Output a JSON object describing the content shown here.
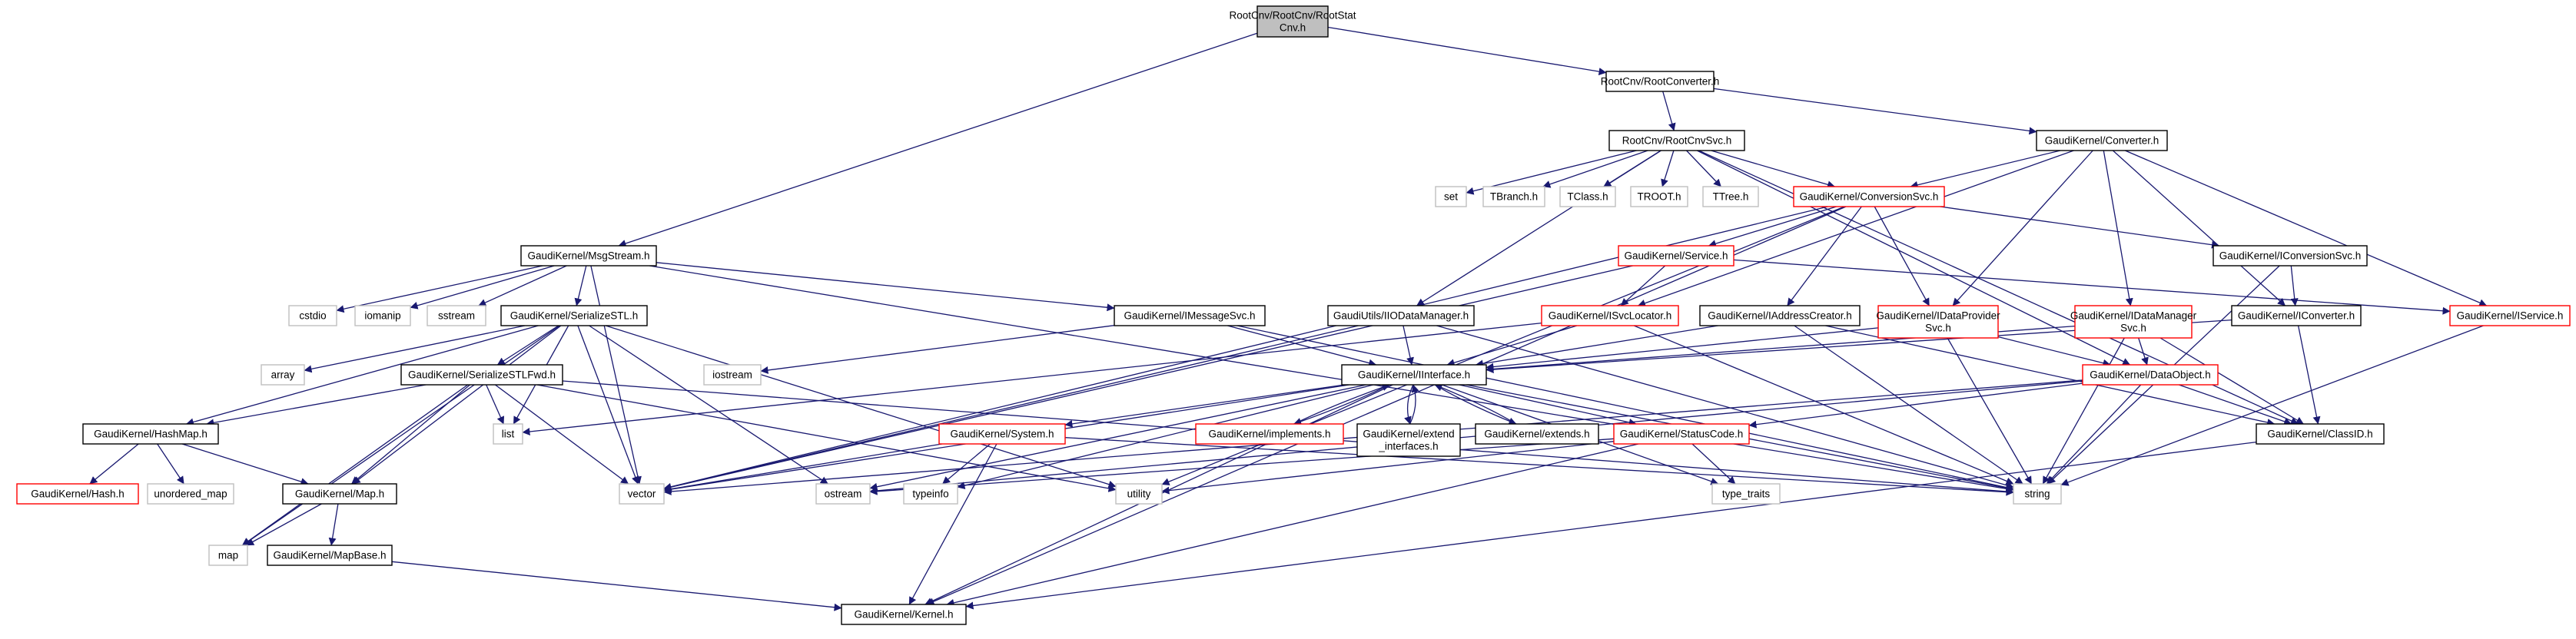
{
  "colors": {
    "edge": "#191970",
    "box_border_plain": "#000000",
    "box_border_external": "#bfbfbf",
    "box_border_incomplete": "#ff0000",
    "root_fill": "#bfbfbf",
    "text": "#000000",
    "incomplete_text": "#ff0000",
    "external_text": "#666666"
  },
  "nodes": {
    "root": {
      "lines": [
        "RootCnv/RootCnv/RootStat",
        "Cnv.h"
      ],
      "style": "root"
    },
    "rootconverter": {
      "lines": [
        "RootCnv/RootConverter.h"
      ],
      "style": "plain"
    },
    "msgstream": {
      "lines": [
        "GaudiKernel/MsgStream.h"
      ],
      "style": "plain"
    },
    "rootcnvsvc": {
      "lines": [
        "RootCnv/RootCnvSvc.h"
      ],
      "style": "plain"
    },
    "converter": {
      "lines": [
        "GaudiKernel/Converter.h"
      ],
      "style": "plain"
    },
    "set": {
      "lines": [
        "set"
      ],
      "style": "external"
    },
    "tbranch": {
      "lines": [
        "TBranch.h"
      ],
      "style": "external"
    },
    "tclass": {
      "lines": [
        "TClass.h"
      ],
      "style": "external"
    },
    "troot": {
      "lines": [
        "TROOT.h"
      ],
      "style": "external"
    },
    "ttree": {
      "lines": [
        "TTree.h"
      ],
      "style": "external"
    },
    "conversionsvc": {
      "lines": [
        "GaudiKernel/ConversionSvc.h"
      ],
      "style": "incomplete"
    },
    "cstdio": {
      "lines": [
        "cstdio"
      ],
      "style": "external"
    },
    "iomanip": {
      "lines": [
        "iomanip"
      ],
      "style": "external"
    },
    "sstream": {
      "lines": [
        "sstream"
      ],
      "style": "external"
    },
    "serializestl": {
      "lines": [
        "GaudiKernel/SerializeSTL.h"
      ],
      "style": "plain"
    },
    "imessagesvc": {
      "lines": [
        "GaudiKernel/IMessageSvc.h"
      ],
      "style": "plain"
    },
    "iiodatamanager": {
      "lines": [
        "GaudiUtils/IIODataManager.h"
      ],
      "style": "plain"
    },
    "service": {
      "lines": [
        "GaudiKernel/Service.h"
      ],
      "style": "incomplete"
    },
    "isvclocator": {
      "lines": [
        "GaudiKernel/ISvcLocator.h"
      ],
      "style": "incomplete"
    },
    "iaddresscreator": {
      "lines": [
        "GaudiKernel/IAddressCreator.h"
      ],
      "style": "plain"
    },
    "idataprovidersvc": {
      "lines": [
        "GaudiKernel/IDataProvider",
        "Svc.h"
      ],
      "style": "incomplete"
    },
    "idatamanagersvc": {
      "lines": [
        "GaudiKernel/IDataManager",
        "Svc.h"
      ],
      "style": "incomplete"
    },
    "iconversionsvc": {
      "lines": [
        "GaudiKernel/IConversionSvc.h"
      ],
      "style": "plain"
    },
    "iconverter": {
      "lines": [
        "GaudiKernel/IConverter.h"
      ],
      "style": "plain"
    },
    "iservice": {
      "lines": [
        "GaudiKernel/IService.h"
      ],
      "style": "incomplete"
    },
    "array": {
      "lines": [
        "array"
      ],
      "style": "external"
    },
    "serializestlfwd": {
      "lines": [
        "GaudiKernel/SerializeSTLFwd.h"
      ],
      "style": "plain"
    },
    "iostream": {
      "lines": [
        "iostream"
      ],
      "style": "external"
    },
    "iinterface": {
      "lines": [
        "GaudiKernel/IInterface.h"
      ],
      "style": "plain"
    },
    "dataobject": {
      "lines": [
        "GaudiKernel/DataObject.h"
      ],
      "style": "incomplete"
    },
    "hashmap": {
      "lines": [
        "GaudiKernel/HashMap.h"
      ],
      "style": "plain"
    },
    "list": {
      "lines": [
        "list"
      ],
      "style": "external"
    },
    "system": {
      "lines": [
        "GaudiKernel/System.h"
      ],
      "style": "incomplete"
    },
    "implements": {
      "lines": [
        "GaudiKernel/implements.h"
      ],
      "style": "incomplete"
    },
    "extend_interfaces": {
      "lines": [
        "GaudiKernel/extend",
        "_interfaces.h"
      ],
      "style": "plain"
    },
    "extends": {
      "lines": [
        "GaudiKernel/extends.h"
      ],
      "style": "plain"
    },
    "statuscode": {
      "lines": [
        "GaudiKernel/StatusCode.h"
      ],
      "style": "incomplete"
    },
    "classid": {
      "lines": [
        "GaudiKernel/ClassID.h"
      ],
      "style": "plain"
    },
    "hash": {
      "lines": [
        "GaudiKernel/Hash.h"
      ],
      "style": "incomplete"
    },
    "unordered_map": {
      "lines": [
        "unordered_map"
      ],
      "style": "external"
    },
    "mapfile": {
      "lines": [
        "GaudiKernel/Map.h"
      ],
      "style": "plain"
    },
    "vector": {
      "lines": [
        "vector"
      ],
      "style": "external"
    },
    "ostream": {
      "lines": [
        "ostream"
      ],
      "style": "external"
    },
    "typeinfo": {
      "lines": [
        "typeinfo"
      ],
      "style": "external"
    },
    "utility": {
      "lines": [
        "utility"
      ],
      "style": "external"
    },
    "type_traits": {
      "lines": [
        "type_traits"
      ],
      "style": "external"
    },
    "string": {
      "lines": [
        "string"
      ],
      "style": "external"
    },
    "map": {
      "lines": [
        "map"
      ],
      "style": "external"
    },
    "mapbase": {
      "lines": [
        "GaudiKernel/MapBase.h"
      ],
      "style": "plain"
    },
    "kernel": {
      "lines": [
        "GaudiKernel/Kernel.h"
      ],
      "style": "plain"
    }
  },
  "edges": [
    [
      "root",
      "rootconverter"
    ],
    [
      "root",
      "msgstream"
    ],
    [
      "rootconverter",
      "rootcnvsvc"
    ],
    [
      "rootconverter",
      "converter"
    ],
    [
      "rootcnvsvc",
      "set"
    ],
    [
      "rootcnvsvc",
      "tbranch"
    ],
    [
      "rootcnvsvc",
      "tclass"
    ],
    [
      "rootcnvsvc",
      "troot"
    ],
    [
      "rootcnvsvc",
      "ttree"
    ],
    [
      "rootcnvsvc",
      "conversionsvc"
    ],
    [
      "rootcnvsvc",
      "iiodatamanager"
    ],
    [
      "rootcnvsvc",
      "dataobject"
    ],
    [
      "rootcnvsvc",
      "classid"
    ],
    [
      "converter",
      "conversionsvc"
    ],
    [
      "converter",
      "isvclocator"
    ],
    [
      "converter",
      "idataprovidersvc"
    ],
    [
      "converter",
      "idatamanagersvc"
    ],
    [
      "converter",
      "iconverter"
    ],
    [
      "converter",
      "iservice"
    ],
    [
      "conversionsvc",
      "service"
    ],
    [
      "conversionsvc",
      "iaddresscreator"
    ],
    [
      "conversionsvc",
      "idataprovidersvc"
    ],
    [
      "conversionsvc",
      "iconversionsvc"
    ],
    [
      "conversionsvc",
      "kernel"
    ],
    [
      "conversionsvc",
      "vector"
    ],
    [
      "conversionsvc",
      "utility"
    ],
    [
      "msgstream",
      "cstdio"
    ],
    [
      "msgstream",
      "iomanip"
    ],
    [
      "msgstream",
      "sstream"
    ],
    [
      "msgstream",
      "serializestl"
    ],
    [
      "msgstream",
      "imessagesvc"
    ],
    [
      "msgstream",
      "string"
    ],
    [
      "msgstream",
      "vector"
    ],
    [
      "serializestl",
      "array"
    ],
    [
      "serializestl",
      "serializestlfwd"
    ],
    [
      "serializestl",
      "hashmap"
    ],
    [
      "serializestl",
      "list"
    ],
    [
      "serializestl",
      "mapfile"
    ],
    [
      "serializestl",
      "map"
    ],
    [
      "serializestl",
      "ostream"
    ],
    [
      "serializestl",
      "vector"
    ],
    [
      "serializestl",
      "utility"
    ],
    [
      "serializestlfwd",
      "hashmap"
    ],
    [
      "serializestlfwd",
      "list"
    ],
    [
      "serializestlfwd",
      "mapfile"
    ],
    [
      "serializestlfwd",
      "map"
    ],
    [
      "serializestlfwd",
      "vector"
    ],
    [
      "serializestlfwd",
      "utility"
    ],
    [
      "serializestlfwd",
      "string"
    ],
    [
      "imessagesvc",
      "iostream"
    ],
    [
      "imessagesvc",
      "iinterface"
    ],
    [
      "imessagesvc",
      "string"
    ],
    [
      "iiodatamanager",
      "iinterface"
    ],
    [
      "iiodatamanager",
      "vector"
    ],
    [
      "iiodatamanager",
      "string"
    ],
    [
      "service",
      "isvclocator"
    ],
    [
      "service",
      "iservice"
    ],
    [
      "service",
      "vector"
    ],
    [
      "isvclocator",
      "iinterface"
    ],
    [
      "isvclocator",
      "string"
    ],
    [
      "isvclocator",
      "list"
    ],
    [
      "iaddresscreator",
      "iinterface"
    ],
    [
      "iaddresscreator",
      "classid"
    ],
    [
      "iaddresscreator",
      "string"
    ],
    [
      "idataprovidersvc",
      "iinterface"
    ],
    [
      "idataprovidersvc",
      "dataobject"
    ],
    [
      "idataprovidersvc",
      "string"
    ],
    [
      "idatamanagersvc",
      "iinterface"
    ],
    [
      "idatamanagersvc",
      "dataobject"
    ],
    [
      "idatamanagersvc",
      "classid"
    ],
    [
      "idatamanagersvc",
      "string"
    ],
    [
      "iconversionsvc",
      "iconverter"
    ],
    [
      "iconversionsvc",
      "string"
    ],
    [
      "iconverter",
      "iinterface"
    ],
    [
      "iconverter",
      "classid"
    ],
    [
      "iservice",
      "string"
    ],
    [
      "iinterface",
      "system"
    ],
    [
      "iinterface",
      "implements"
    ],
    [
      "iinterface",
      "extend_interfaces"
    ],
    [
      "iinterface",
      "extends"
    ],
    [
      "iinterface",
      "statuscode"
    ],
    [
      "iinterface",
      "kernel"
    ],
    [
      "iinterface",
      "ostream"
    ],
    [
      "iinterface",
      "typeinfo"
    ],
    [
      "iinterface",
      "type_traits"
    ],
    [
      "iinterface",
      "string"
    ],
    [
      "iinterface",
      "vector"
    ],
    [
      "implements",
      "iinterface"
    ],
    [
      "extend_interfaces",
      "iinterface"
    ],
    [
      "extends",
      "iinterface"
    ],
    [
      "dataobject",
      "classid"
    ],
    [
      "dataobject",
      "statuscode"
    ],
    [
      "dataobject",
      "string"
    ],
    [
      "dataobject",
      "vector"
    ],
    [
      "dataobject",
      "ostream"
    ],
    [
      "system",
      "kernel"
    ],
    [
      "system",
      "typeinfo"
    ],
    [
      "system",
      "vector"
    ],
    [
      "system",
      "string"
    ],
    [
      "statuscode",
      "ostream"
    ],
    [
      "statuscode",
      "type_traits"
    ],
    [
      "statuscode",
      "utility"
    ],
    [
      "statuscode",
      "kernel"
    ],
    [
      "classid",
      "kernel"
    ],
    [
      "hashmap",
      "hash"
    ],
    [
      "hashmap",
      "unordered_map"
    ],
    [
      "hashmap",
      "mapfile"
    ],
    [
      "mapfile",
      "map"
    ],
    [
      "mapfile",
      "mapbase"
    ],
    [
      "mapbase",
      "kernel"
    ]
  ]
}
